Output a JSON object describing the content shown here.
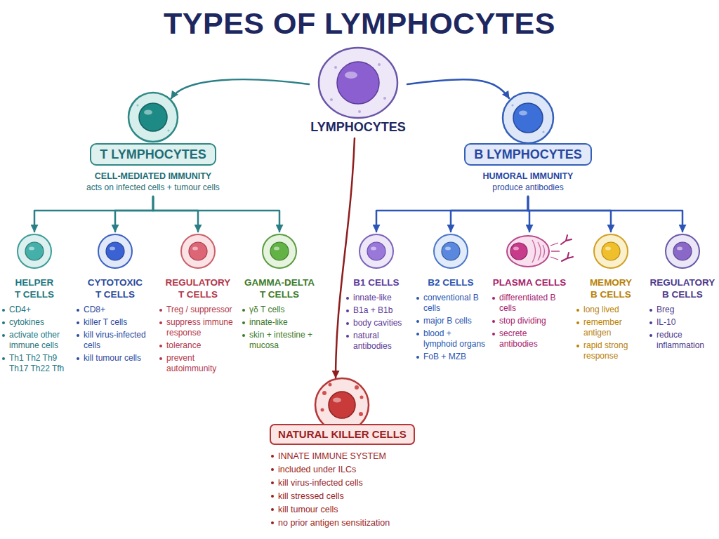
{
  "diagram": {
    "title": "TYPES OF LYMPHOCYTES",
    "nodes": [
      {
        "text": [
          "LYMPHOCYTES"
        ]
      },
      {
        "text": [
          "T LYMPHOCYTES",
          "CELL-MEDIATED IMMUNITY",
          "acts on infected cells + tumour cells"
        ]
      },
      {
        "text": [
          "B LYMPHOCYTES",
          "HUMORAL IMMUNITY",
          "produce antibodies"
        ]
      },
      {
        "text": [
          "HELPER T CELLS",
          "CD4+",
          "cytokines",
          "activate other immune cells",
          "Th1 Th2 Th9 Th17 Th22 Tfh"
        ]
      },
      {
        "text": [
          "CYTOTOXIC T CELLS",
          "CD8+",
          "killer T cells",
          "kill virus-infected cells",
          "kill tumour cells"
        ]
      },
      {
        "text": [
          "REGULATORY T CELLS",
          "Treg / suppressor",
          "suppress immune response",
          "tolerance",
          "prevent autoimmunity"
        ]
      },
      {
        "text": [
          "GAMMA-DELTA T CELLS",
          "γδ T cells",
          "innate-like",
          "skin + intestine + mucosa"
        ]
      },
      {
        "text": [
          "B1 CELLS",
          "innate-like",
          "B1a + B1b",
          "body cavities",
          "natural antibodies"
        ]
      },
      {
        "text": [
          "B2 CELLS",
          "conventional B cells",
          "major B cells",
          "blood + lymphoid organs",
          "FoB + MZB"
        ]
      },
      {
        "text": [
          "PLASMA CELLS",
          "differentiated B cells",
          "stop dividing",
          "secrete antibodies"
        ]
      },
      {
        "text": [
          "MEMORY B CELLS",
          "long lived",
          "remember antigen",
          "rapid strong response"
        ]
      },
      {
        "text": [
          "REGULATORY B CELLS",
          "Breg",
          "IL-10",
          "reduce inflammation"
        ]
      },
      {
        "text": [
          "NATURAL KILLER CELLS",
          "INNATE IMMUNE SYSTEM",
          "included under ILCs",
          "kill virus-infected cells",
          "kill stressed cells",
          "kill tumour cells",
          "no prior antigen sensitization"
        ]
      }
    ],
    "edges": [
      {
        "from": 0,
        "to": 1,
        "arrow": "to"
      },
      {
        "from": 0,
        "to": 2,
        "arrow": "to"
      },
      {
        "from": 0,
        "to": 12,
        "arrow": "to"
      },
      {
        "from": 1,
        "to": 3,
        "arrow": "to"
      },
      {
        "from": 1,
        "to": 4,
        "arrow": "to"
      },
      {
        "from": 1,
        "to": 5,
        "arrow": "to"
      },
      {
        "from": 1,
        "to": 6,
        "arrow": "to"
      },
      {
        "from": 2,
        "to": 7,
        "arrow": "to"
      },
      {
        "from": 2,
        "to": 8,
        "arrow": "to"
      },
      {
        "from": 2,
        "to": 9,
        "arrow": "to"
      },
      {
        "from": 2,
        "to": 10,
        "arrow": "to"
      },
      {
        "from": 2,
        "to": 11,
        "arrow": "to"
      }
    ]
  }
}
